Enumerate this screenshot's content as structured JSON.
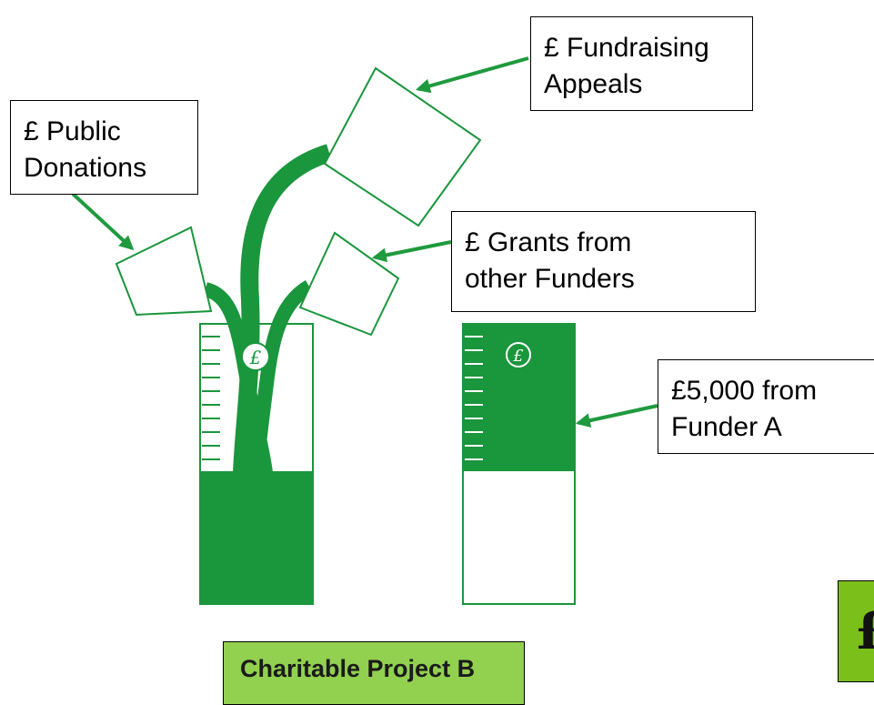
{
  "labels": {
    "public_donations": "£ Public\nDonations",
    "fundraising_appeals": "£ Fundraising\nAppeals",
    "grants": "£ Grants from\nother Funders",
    "funder_a": "£5,000 from\nFunder A",
    "project": "Charitable Project B",
    "badge": "£"
  },
  "colors": {
    "green": "#1a963c",
    "arrow": "#1f9a3e",
    "project_fill": "#92d050",
    "badge_fill": "#7bbf1a"
  },
  "icons": {
    "pound_coin": "pound-coin-icon"
  },
  "levels": {
    "left_jar_fill_fraction": 0.47,
    "right_jar_fill_fraction": 0.53
  }
}
